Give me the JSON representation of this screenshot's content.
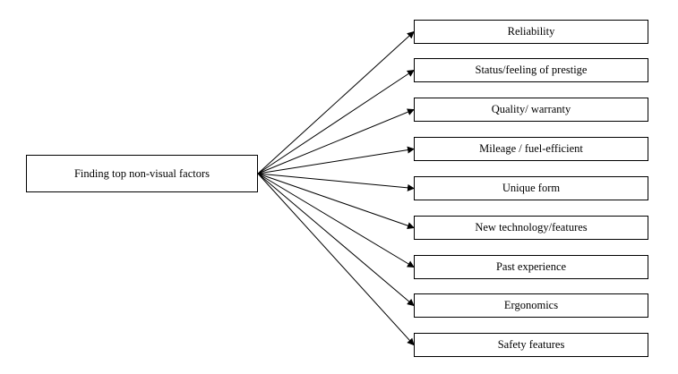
{
  "root": {
    "label": "Finding top non-visual factors"
  },
  "factors": [
    {
      "label": "Reliability"
    },
    {
      "label": "Status/feeling of prestige"
    },
    {
      "label": "Quality/ warranty"
    },
    {
      "label": "Mileage / fuel-efficient"
    },
    {
      "label": "Unique form"
    },
    {
      "label": "New technology/features"
    },
    {
      "label": "Past experience"
    },
    {
      "label": "Ergonomics"
    },
    {
      "label": "Safety features"
    }
  ],
  "colors": {
    "line": "#000000",
    "box_border": "#000000",
    "background": "#ffffff"
  }
}
